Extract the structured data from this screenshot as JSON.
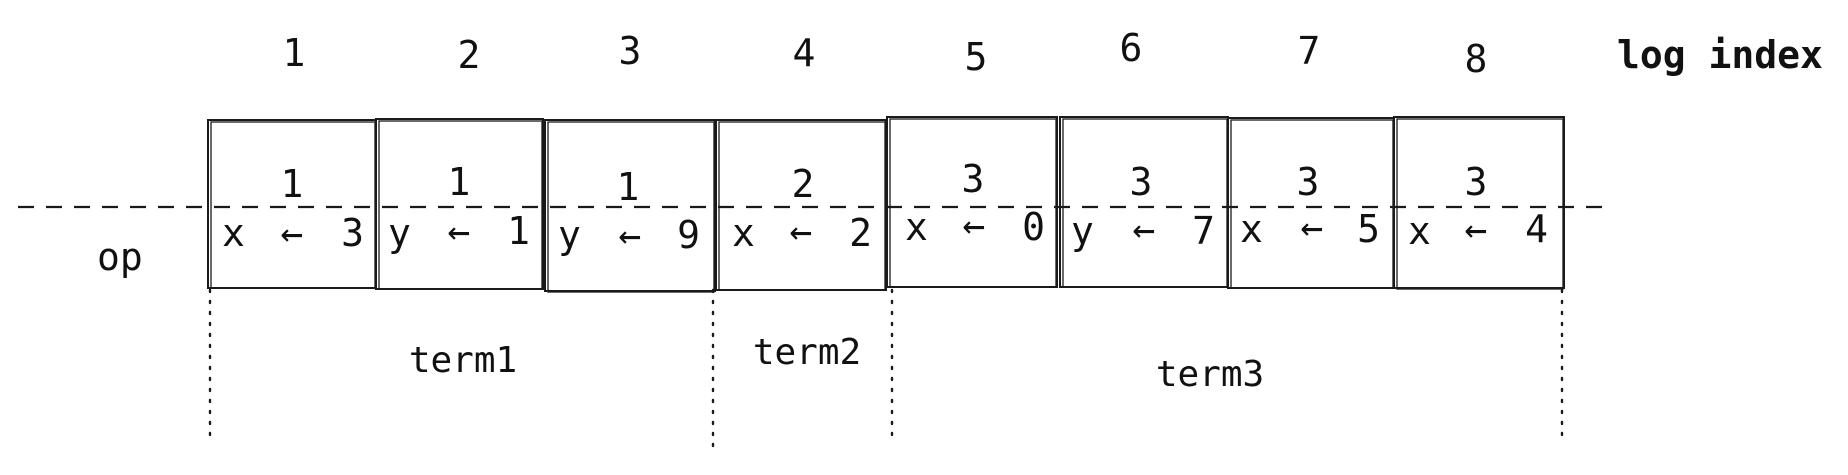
{
  "header_label": "log index",
  "row_label": "op",
  "entries": [
    {
      "index": "1",
      "term": "1",
      "var": "x",
      "arrow": "←",
      "val": "3"
    },
    {
      "index": "2",
      "term": "1",
      "var": "y",
      "arrow": "←",
      "val": "1"
    },
    {
      "index": "3",
      "term": "1",
      "var": "y",
      "arrow": "←",
      "val": "9"
    },
    {
      "index": "4",
      "term": "2",
      "var": "x",
      "arrow": "←",
      "val": "2"
    },
    {
      "index": "5",
      "term": "3",
      "var": "x",
      "arrow": "←",
      "val": "0"
    },
    {
      "index": "6",
      "term": "3",
      "var": "y",
      "arrow": "←",
      "val": "7"
    },
    {
      "index": "7",
      "term": "3",
      "var": "x",
      "arrow": "←",
      "val": "5"
    },
    {
      "index": "8",
      "term": "3",
      "var": "x",
      "arrow": "←",
      "val": "4"
    }
  ],
  "terms": [
    {
      "label": "term1"
    },
    {
      "label": "term2"
    },
    {
      "label": "term3"
    }
  ]
}
